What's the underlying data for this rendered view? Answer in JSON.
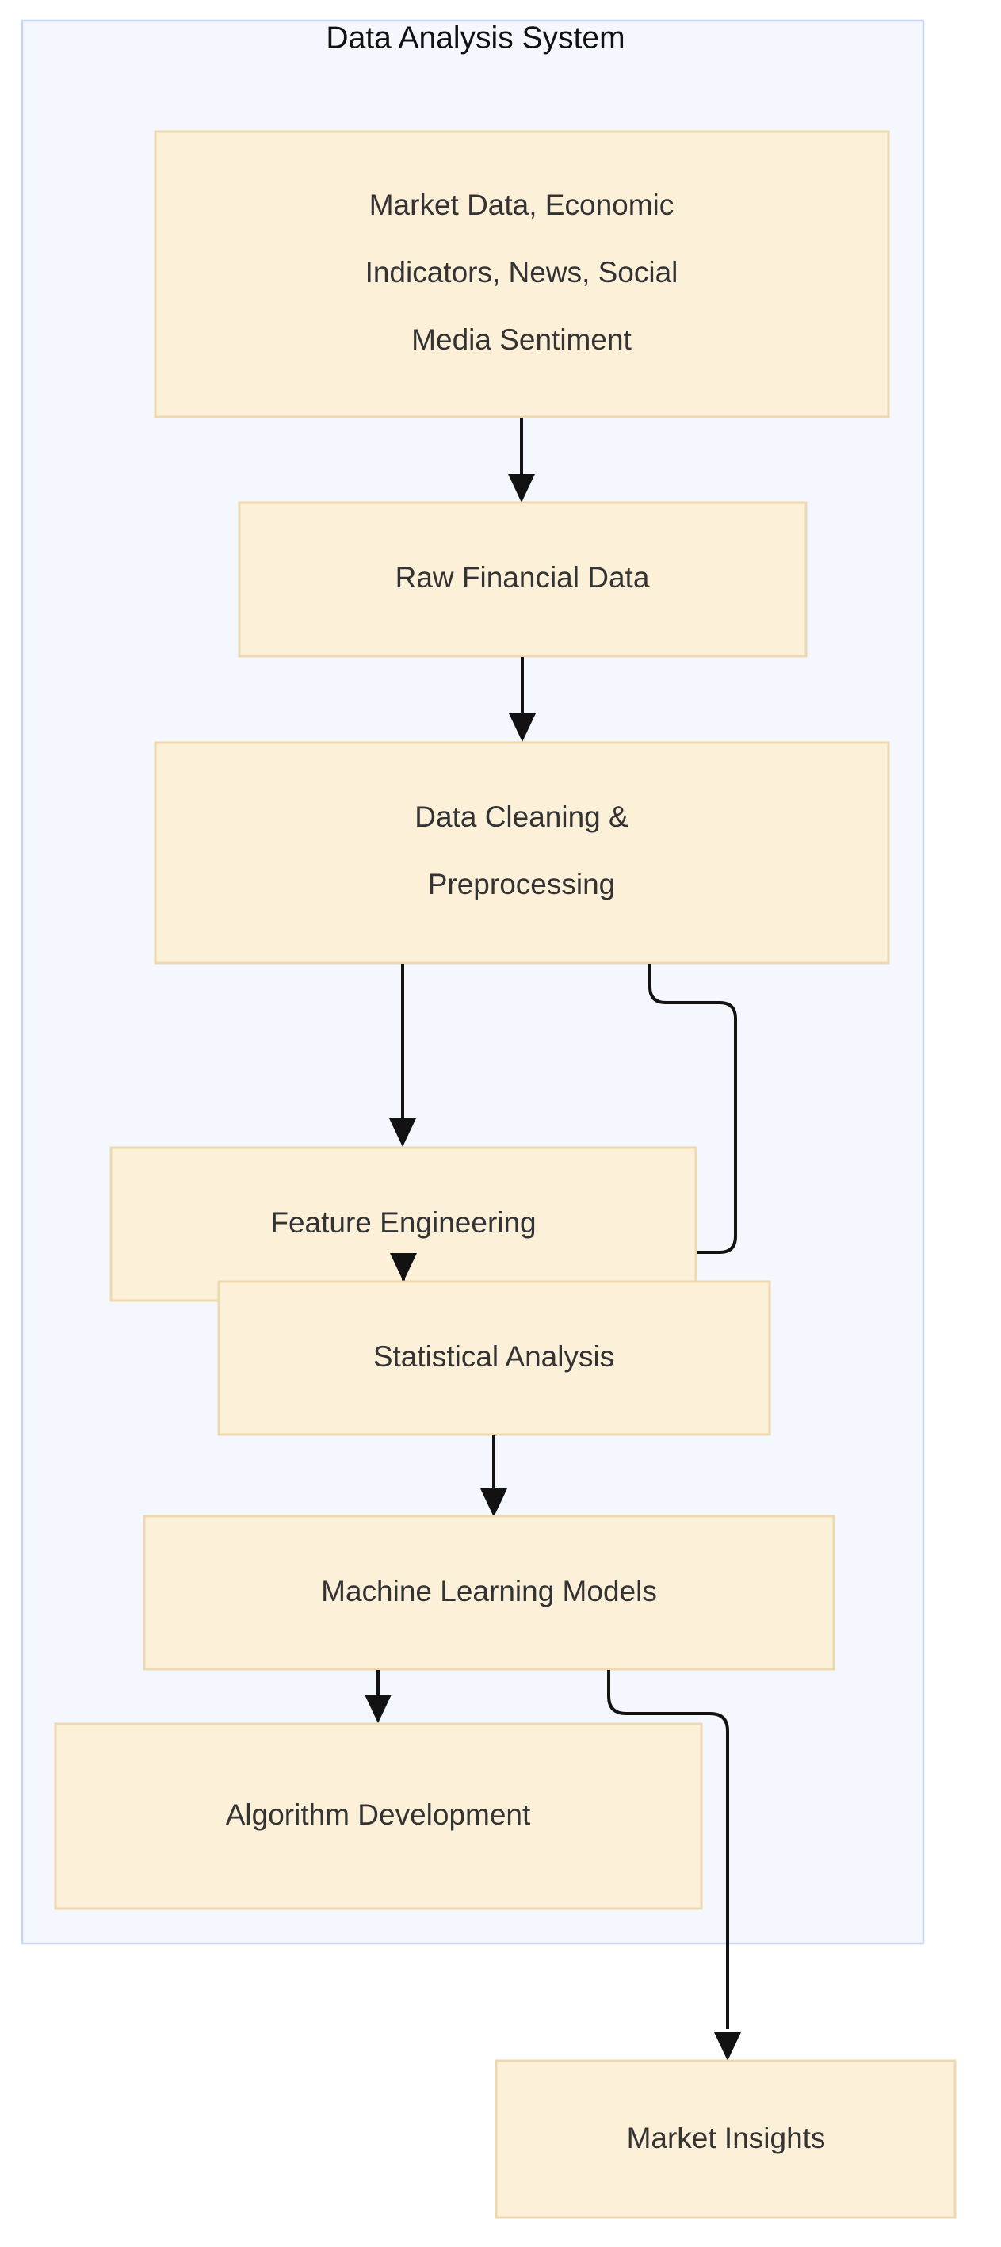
{
  "diagram": {
    "type": "flowchart",
    "direction": "top-down",
    "background_color": "#ffffff",
    "cluster": {
      "title": "Data Analysis System",
      "fill_color": "#f4f7fd",
      "border_color": "#c9d7f2"
    },
    "node_style": {
      "fill_color": "#fdf0d9",
      "border_color": "#ecd9b0",
      "text_color": "#333333"
    },
    "edge_style": {
      "color": "#121212",
      "arrowhead": "solid-triangle"
    },
    "nodes": [
      {
        "id": "sources",
        "label": "Market Data, Economic Indicators, News, Social Media Sentiment",
        "lines": [
          "Market Data, Economic",
          "Indicators, News, Social",
          "Media Sentiment"
        ],
        "in_cluster": true
      },
      {
        "id": "raw",
        "label": "Raw Financial Data",
        "lines": [
          "Raw Financial Data"
        ],
        "in_cluster": true
      },
      {
        "id": "cleaning",
        "label": "Data Cleaning & Preprocessing",
        "lines": [
          "Data Cleaning &",
          "Preprocessing"
        ],
        "in_cluster": true
      },
      {
        "id": "feature",
        "label": "Feature Engineering",
        "lines": [
          "Feature Engineering"
        ],
        "in_cluster": true
      },
      {
        "id": "stats",
        "label": "Statistical Analysis",
        "lines": [
          "Statistical Analysis"
        ],
        "in_cluster": true
      },
      {
        "id": "ml",
        "label": "Machine Learning Models",
        "lines": [
          "Machine Learning Models"
        ],
        "in_cluster": true
      },
      {
        "id": "algo",
        "label": "Algorithm Development",
        "lines": [
          "Algorithm Development"
        ],
        "in_cluster": true
      },
      {
        "id": "insights",
        "label": "Market Insights",
        "lines": [
          "Market Insights"
        ],
        "in_cluster": false
      }
    ],
    "edges": [
      {
        "from": "sources",
        "to": "raw",
        "shape": "straight"
      },
      {
        "from": "raw",
        "to": "cleaning",
        "shape": "straight"
      },
      {
        "from": "cleaning",
        "to": "feature",
        "shape": "straight"
      },
      {
        "from": "cleaning",
        "to": "stats",
        "shape": "curved"
      },
      {
        "from": "feature",
        "to": "stats",
        "shape": "straight"
      },
      {
        "from": "stats",
        "to": "ml",
        "shape": "straight"
      },
      {
        "from": "ml",
        "to": "algo",
        "shape": "straight"
      },
      {
        "from": "ml",
        "to": "insights",
        "shape": "curved"
      }
    ]
  }
}
